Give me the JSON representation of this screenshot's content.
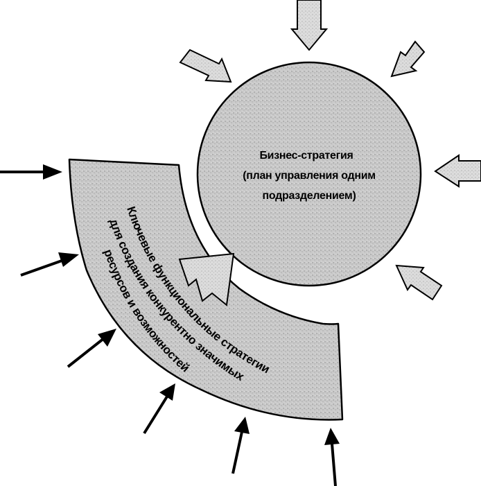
{
  "circle": {
    "lines": [
      "Бизнес-стратегия",
      "(план управления одним",
      "подразделением)"
    ]
  },
  "arc": {
    "lines": [
      "Ключевые функциональные стратегии",
      "для создания конкурентно значимых",
      "ресурсов и возможностей"
    ]
  },
  "colors": {
    "fill": "#c9c9c9",
    "arrow_fill": "#d6d6d6",
    "stroke": "#000000",
    "background": "#ffffff"
  }
}
